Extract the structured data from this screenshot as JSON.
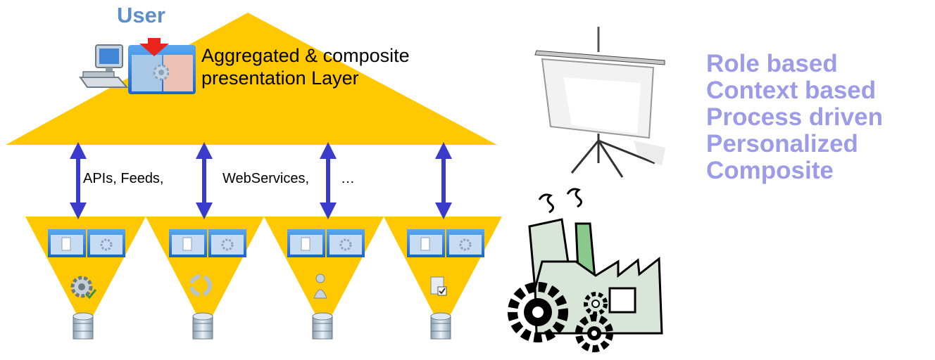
{
  "user": {
    "title": "User"
  },
  "presentation": {
    "line1": "Aggregated & composite",
    "line2": "presentation Layer"
  },
  "connectors": {
    "apis": "APIs, Feeds,",
    "webservices": "WebServices,",
    "more": "…"
  },
  "properties": [
    "Role based",
    "Context based",
    "Process driven",
    "Personalized",
    "Composite"
  ],
  "colors": {
    "funnel": "#ffc800",
    "arrow": "#3a3acb",
    "user_title": "#5b8fc9",
    "properties": "#9b9be8",
    "portlet_frame": "#2f6fd0",
    "marker": "#e8241c"
  },
  "icons": {
    "user": [
      "computer-icon",
      "portal-window-icon",
      "red-down-arrow-icon"
    ],
    "backends": [
      "gear-check-icon",
      "cycle-arrows-icon",
      "person-icon",
      "document-check-icon"
    ],
    "side": [
      "projector-screen-icon",
      "factory-gears-icon"
    ]
  }
}
